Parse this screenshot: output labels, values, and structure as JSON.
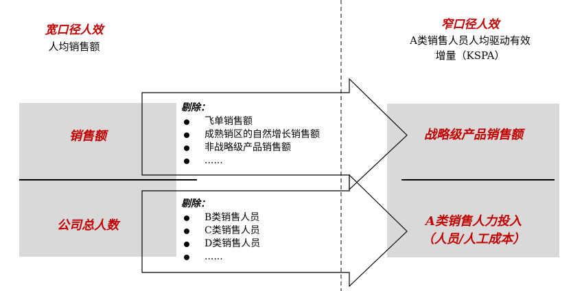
{
  "left_header": {
    "title": "宽口径人效",
    "subtitle": "人均销售额"
  },
  "right_header": {
    "title": "窄口径人效",
    "subtitle_line1": "A类销售人员人均驱动有效",
    "subtitle_line2": "增量（KSPA）"
  },
  "left": {
    "top": "销售额",
    "bottom": "公司总人数"
  },
  "right": {
    "top": "战略级产品销售额",
    "bottom_line1": "A类销售人力投入",
    "bottom_line2": "（人员/人工成本）"
  },
  "upper_arrow": {
    "heading": "剔除：",
    "items": [
      "飞单销售额",
      "成熟销区的自然增长销售额",
      "非战略级产品销售额",
      "......"
    ]
  },
  "lower_arrow": {
    "heading": "剔除：",
    "items": [
      "B类销售人员",
      "C类销售人员",
      "D类销售人员",
      "......"
    ]
  }
}
